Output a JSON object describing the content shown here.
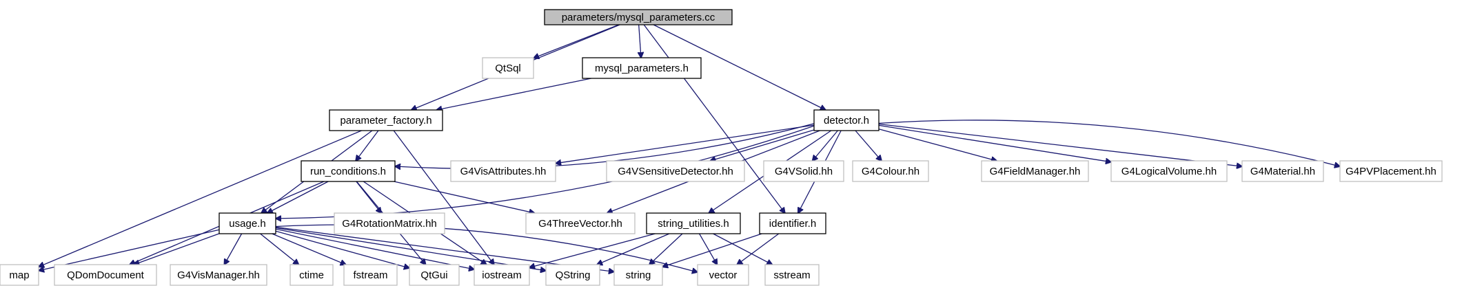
{
  "graph": {
    "nodes": [
      {
        "id": "root",
        "label": "parameters/mysql_parameters.cc",
        "kind": "root"
      },
      {
        "id": "qtsql",
        "label": "QtSql",
        "kind": "external"
      },
      {
        "id": "mysql_params_h",
        "label": "mysql_parameters.h",
        "kind": "internal"
      },
      {
        "id": "parameter_factory_h",
        "label": "parameter_factory.h",
        "kind": "internal"
      },
      {
        "id": "detector_h",
        "label": "detector.h",
        "kind": "internal"
      },
      {
        "id": "run_conditions_h",
        "label": "run_conditions.h",
        "kind": "internal"
      },
      {
        "id": "g4visattributes",
        "label": "G4VisAttributes.hh",
        "kind": "external"
      },
      {
        "id": "g4vsensitivedetector",
        "label": "G4VSensitiveDetector.hh",
        "kind": "external"
      },
      {
        "id": "g4vsolid",
        "label": "G4VSolid.hh",
        "kind": "external"
      },
      {
        "id": "g4colour",
        "label": "G4Colour.hh",
        "kind": "external"
      },
      {
        "id": "g4fieldmanager",
        "label": "G4FieldManager.hh",
        "kind": "external"
      },
      {
        "id": "g4logicalvolume",
        "label": "G4LogicalVolume.hh",
        "kind": "external"
      },
      {
        "id": "g4material",
        "label": "G4Material.hh",
        "kind": "external"
      },
      {
        "id": "g4pvplacement",
        "label": "G4PVPlacement.hh",
        "kind": "external"
      },
      {
        "id": "usage_h",
        "label": "usage.h",
        "kind": "internal"
      },
      {
        "id": "g4rotationmatrix",
        "label": "G4RotationMatrix.hh",
        "kind": "external"
      },
      {
        "id": "g4threevector",
        "label": "G4ThreeVector.hh",
        "kind": "external"
      },
      {
        "id": "string_utilities_h",
        "label": "string_utilities.h",
        "kind": "internal"
      },
      {
        "id": "identifier_h",
        "label": "identifier.h",
        "kind": "internal"
      },
      {
        "id": "map",
        "label": "map",
        "kind": "external"
      },
      {
        "id": "qdomdocument",
        "label": "QDomDocument",
        "kind": "external"
      },
      {
        "id": "g4vismanager",
        "label": "G4VisManager.hh",
        "kind": "external"
      },
      {
        "id": "ctime",
        "label": "ctime",
        "kind": "external"
      },
      {
        "id": "fstream",
        "label": "fstream",
        "kind": "external"
      },
      {
        "id": "qtgui",
        "label": "QtGui",
        "kind": "external"
      },
      {
        "id": "iostream",
        "label": "iostream",
        "kind": "external"
      },
      {
        "id": "qstring",
        "label": "QString",
        "kind": "external"
      },
      {
        "id": "string",
        "label": "string",
        "kind": "external"
      },
      {
        "id": "vector",
        "label": "vector",
        "kind": "external"
      },
      {
        "id": "sstream",
        "label": "sstream",
        "kind": "external"
      }
    ],
    "edges": [
      {
        "from": "root",
        "to": "qtsql"
      },
      {
        "from": "root",
        "to": "mysql_params_h"
      },
      {
        "from": "root",
        "to": "parameter_factory_h"
      },
      {
        "from": "root",
        "to": "detector_h"
      },
      {
        "from": "root",
        "to": "identifier_h"
      },
      {
        "from": "mysql_params_h",
        "to": "parameter_factory_h"
      },
      {
        "from": "parameter_factory_h",
        "to": "run_conditions_h"
      },
      {
        "from": "parameter_factory_h",
        "to": "usage_h"
      },
      {
        "from": "parameter_factory_h",
        "to": "map"
      },
      {
        "from": "parameter_factory_h",
        "to": "iostream"
      },
      {
        "from": "detector_h",
        "to": "run_conditions_h"
      },
      {
        "from": "detector_h",
        "to": "usage_h"
      },
      {
        "from": "detector_h",
        "to": "g4visattributes"
      },
      {
        "from": "detector_h",
        "to": "g4vsensitivedetector"
      },
      {
        "from": "detector_h",
        "to": "g4vsolid"
      },
      {
        "from": "detector_h",
        "to": "g4colour"
      },
      {
        "from": "detector_h",
        "to": "g4fieldmanager"
      },
      {
        "from": "detector_h",
        "to": "g4logicalvolume"
      },
      {
        "from": "detector_h",
        "to": "g4material"
      },
      {
        "from": "detector_h",
        "to": "g4pvplacement"
      },
      {
        "from": "detector_h",
        "to": "g4threevector"
      },
      {
        "from": "detector_h",
        "to": "string_utilities_h"
      },
      {
        "from": "detector_h",
        "to": "identifier_h"
      },
      {
        "from": "run_conditions_h",
        "to": "usage_h"
      },
      {
        "from": "run_conditions_h",
        "to": "g4rotationmatrix"
      },
      {
        "from": "run_conditions_h",
        "to": "g4threevector"
      },
      {
        "from": "run_conditions_h",
        "to": "qdomdocument"
      },
      {
        "from": "run_conditions_h",
        "to": "qtgui"
      },
      {
        "from": "run_conditions_h",
        "to": "iostream"
      },
      {
        "from": "usage_h",
        "to": "map"
      },
      {
        "from": "usage_h",
        "to": "qdomdocument"
      },
      {
        "from": "usage_h",
        "to": "g4vismanager"
      },
      {
        "from": "usage_h",
        "to": "ctime"
      },
      {
        "from": "usage_h",
        "to": "fstream"
      },
      {
        "from": "usage_h",
        "to": "qtgui"
      },
      {
        "from": "usage_h",
        "to": "iostream"
      },
      {
        "from": "usage_h",
        "to": "qstring"
      },
      {
        "from": "usage_h",
        "to": "string"
      },
      {
        "from": "usage_h",
        "to": "vector"
      },
      {
        "from": "string_utilities_h",
        "to": "iostream"
      },
      {
        "from": "string_utilities_h",
        "to": "qstring"
      },
      {
        "from": "string_utilities_h",
        "to": "string"
      },
      {
        "from": "string_utilities_h",
        "to": "vector"
      },
      {
        "from": "string_utilities_h",
        "to": "sstream"
      },
      {
        "from": "identifier_h",
        "to": "string"
      },
      {
        "from": "identifier_h",
        "to": "vector"
      }
    ]
  },
  "colors": {
    "edge": "#191970",
    "root_fill": "#bfbfbf",
    "internal_border": "#000000",
    "external_border": "#bfbfbf"
  }
}
